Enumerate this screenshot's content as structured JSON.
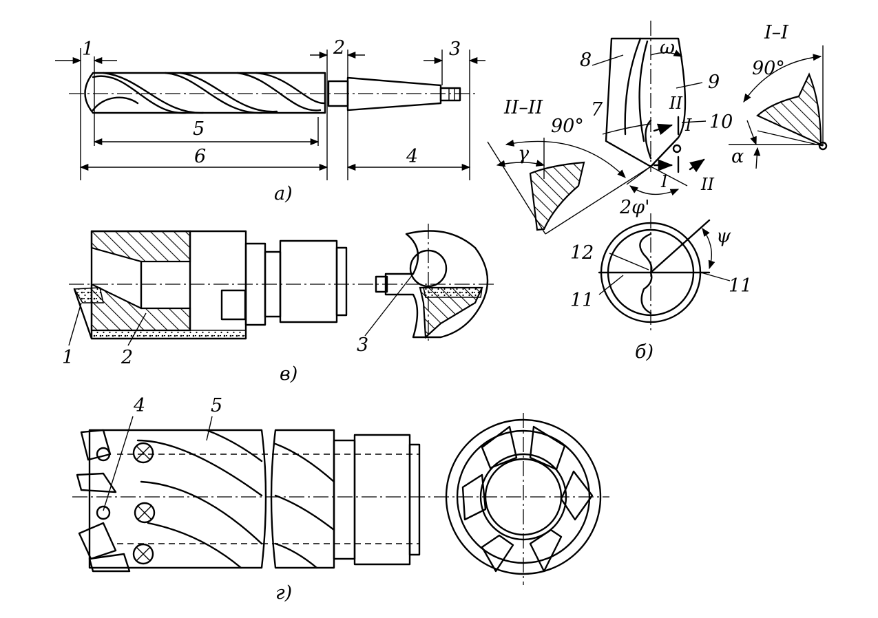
{
  "drill_a": {
    "labels": {
      "l1": "1",
      "l2": "2",
      "l3": "3",
      "l4": "4",
      "l5": "5",
      "l6": "6"
    },
    "caption": "а)"
  },
  "drill_b": {
    "labels": {
      "l7": "7",
      "l8": "8",
      "l9": "9",
      "l10": "10",
      "l11a": "11",
      "l11b": "11",
      "l12": "12",
      "omega": "ω",
      "psi": "ψ",
      "alpha": "α",
      "gamma": "γ",
      "angle90a": "90°",
      "angle90b": "90°",
      "twophi": "2φ'",
      "sec1": "I–I",
      "sec2": "II–II",
      "mark_I_top": "I",
      "mark_I_bottom": "I",
      "mark_II_top": "II",
      "mark_II_bottom": "II"
    },
    "caption": "б)"
  },
  "drill_v": {
    "labels": {
      "l1": "1",
      "l2": "2",
      "l3": "3"
    },
    "caption": "в)"
  },
  "drill_g": {
    "labels": {
      "l4": "4",
      "l5": "5"
    },
    "caption": "г)"
  }
}
